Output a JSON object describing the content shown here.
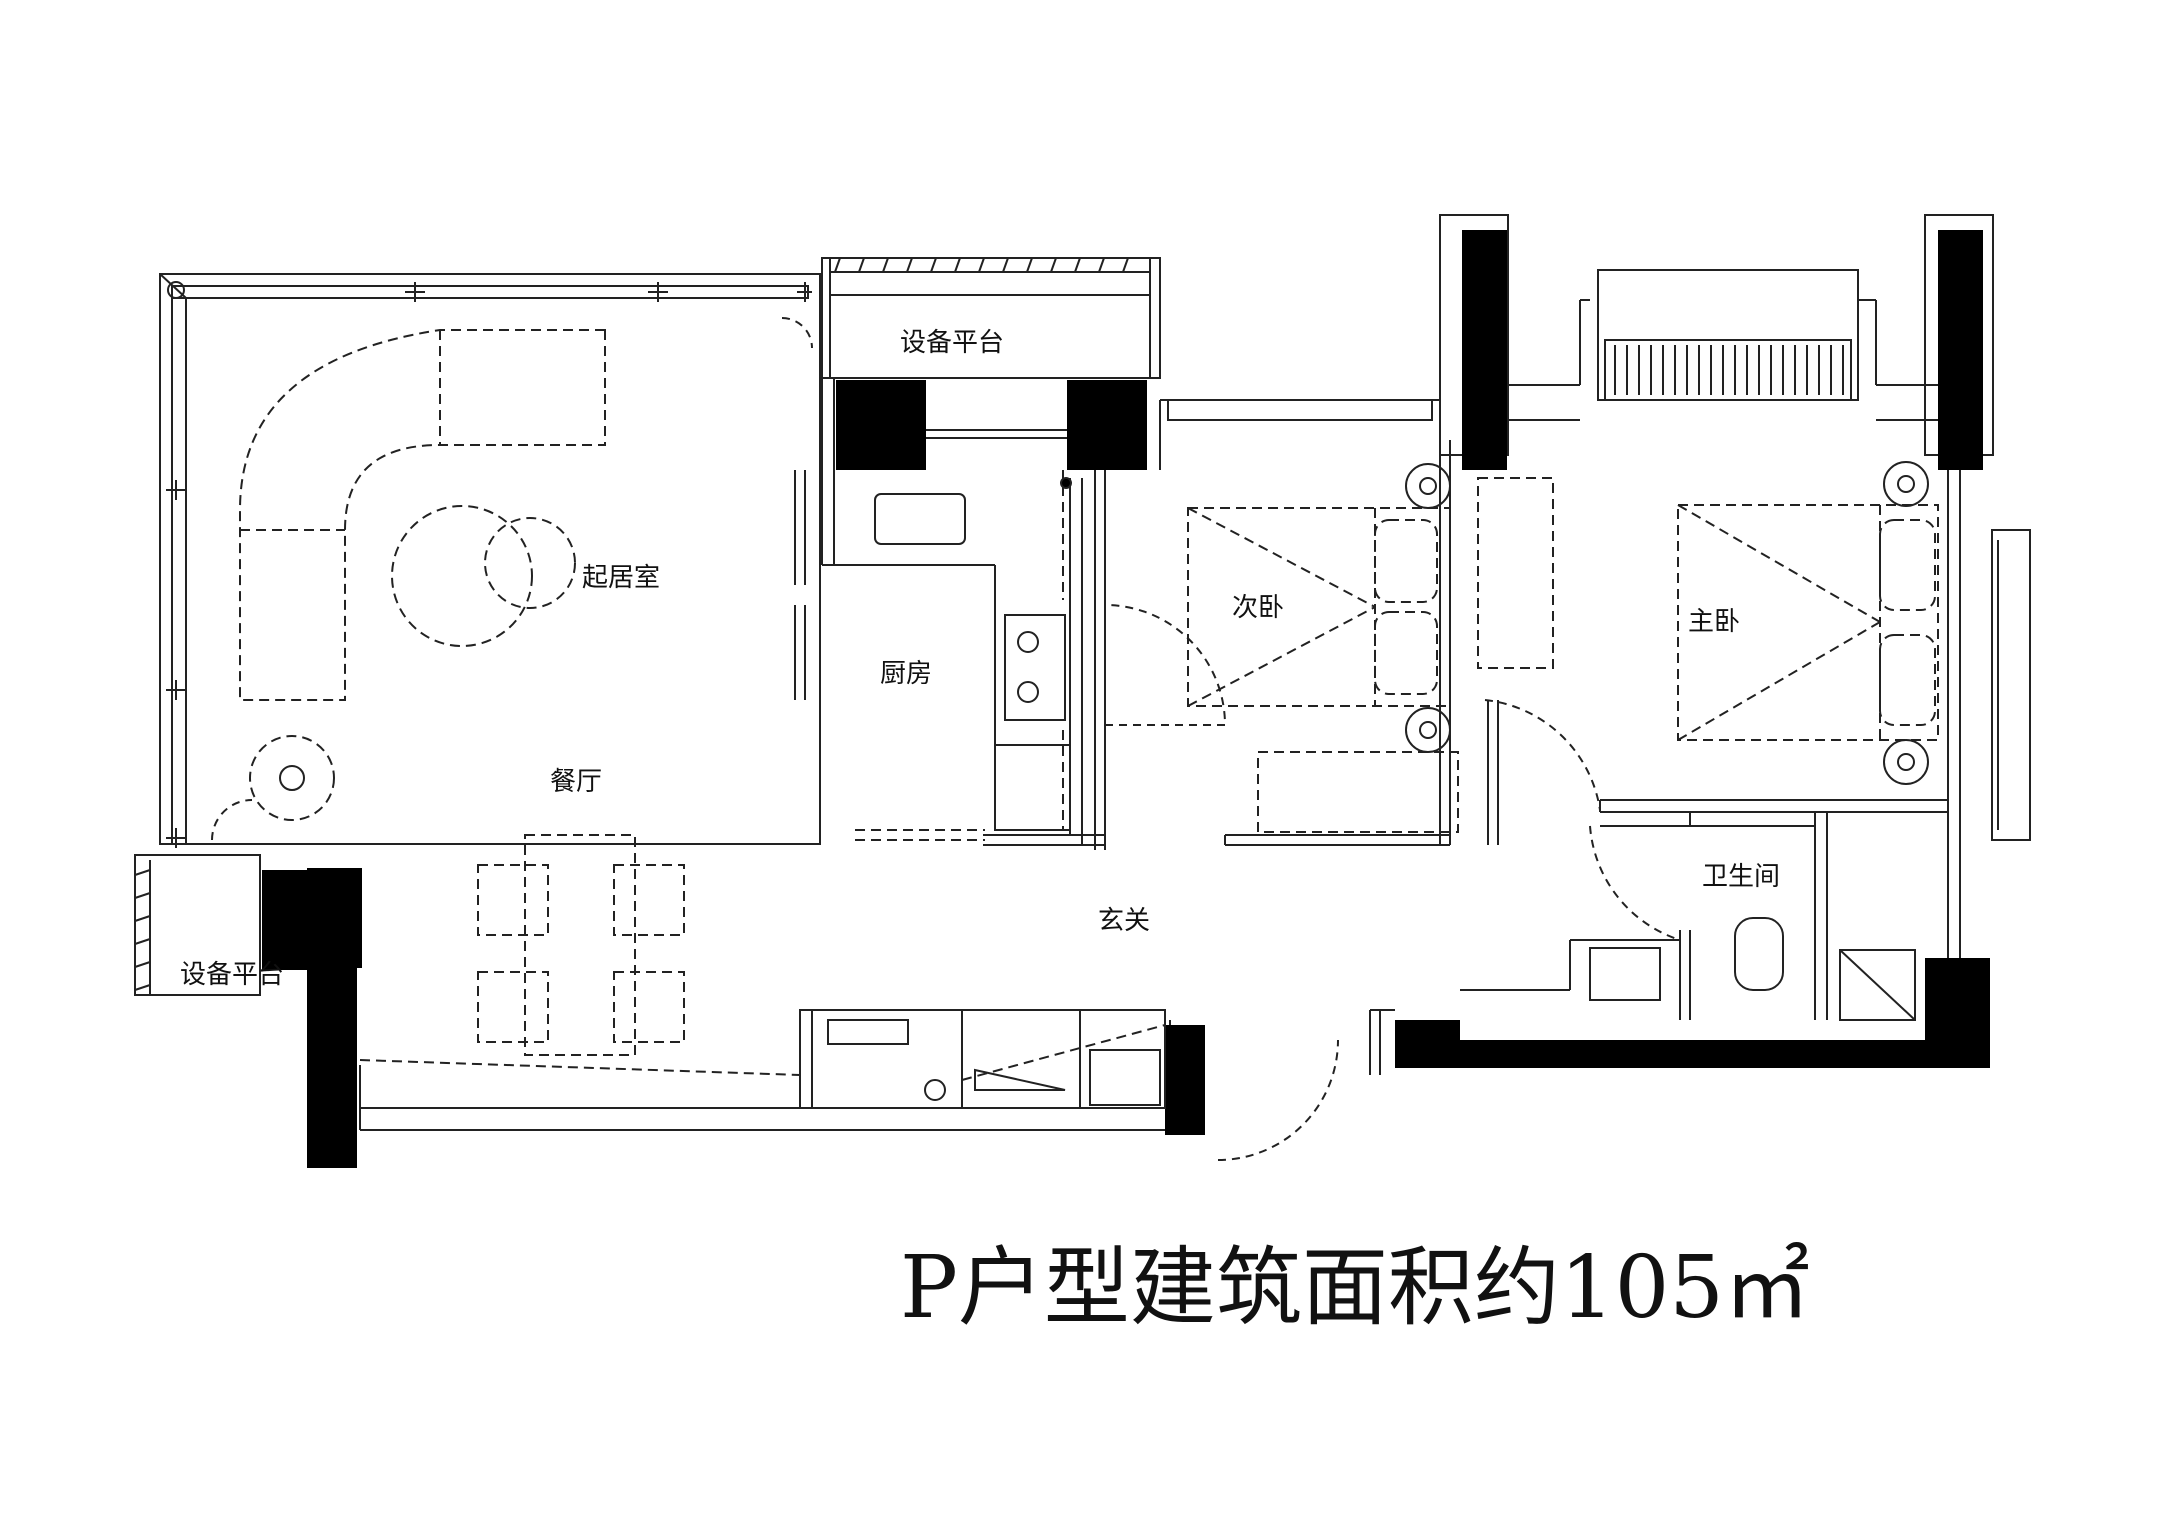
{
  "title": "P户型建筑面积约105㎡",
  "rooms": {
    "living_room": "起居室",
    "equipment_platform_top": "设备平台",
    "equipment_platform_left": "设备平台",
    "kitchen": "厨房",
    "dining_room": "餐厅",
    "second_bedroom": "次卧",
    "master_bedroom": "主卧",
    "bathroom": "卫生间",
    "entrance": "玄关"
  },
  "colors": {
    "wall": "#000000",
    "line": "#222222",
    "background": "#ffffff"
  }
}
